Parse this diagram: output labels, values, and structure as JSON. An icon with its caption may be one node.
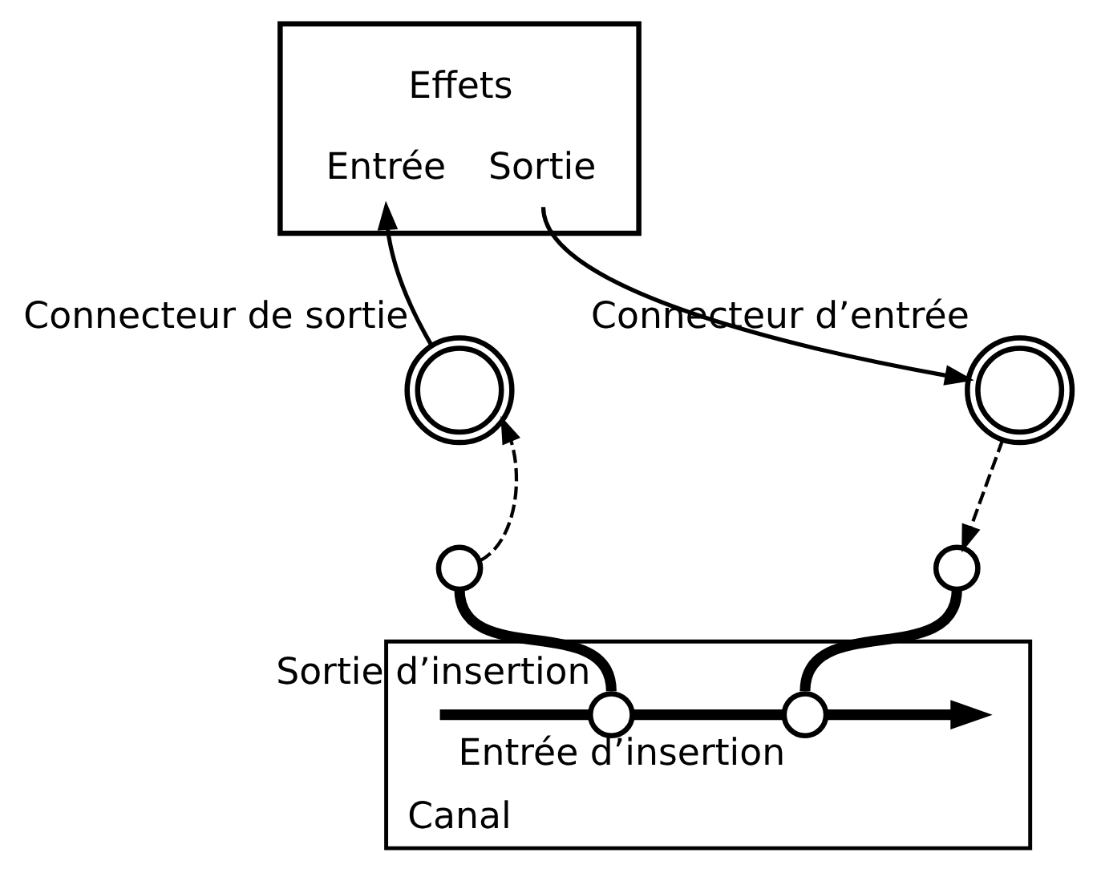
{
  "diagram": {
    "nodes": [
      {
        "text": [
          "Effets",
          "Entrée",
          "Sortie"
        ]
      },
      {
        "text": [],
        "shape": "circle",
        "beside": [
          "Connecteur de sortie"
        ]
      },
      {
        "text": [],
        "shape": "circle",
        "beside": [
          "Connecteur d’entrée"
        ]
      },
      {
        "text": [],
        "shape": "circle"
      },
      {
        "text": [],
        "shape": "circle"
      },
      {
        "text": [
          "Canal"
        ]
      },
      {
        "text": [],
        "shape": "circle",
        "in": 5,
        "beside": [
          "Sortie d’insertion"
        ]
      },
      {
        "text": [],
        "shape": "circle",
        "in": 5,
        "beside": [
          "Entrée d’insertion"
        ]
      }
    ],
    "edges": [
      {
        "from": null,
        "to": 6,
        "arrow": "none"
      },
      {
        "from": 6,
        "to": 7,
        "arrow": "none"
      },
      {
        "from": 7,
        "to": null,
        "arrow": "to"
      },
      {
        "from": 6,
        "to": 3,
        "arrow": "none"
      },
      {
        "from": 7,
        "to": 4,
        "arrow": "none"
      },
      {
        "from": 3,
        "to": 1,
        "arrow": "to",
        "style": "dashed"
      },
      {
        "from": 2,
        "to": 4,
        "arrow": "to",
        "style": "dashed"
      },
      {
        "from": 1,
        "to": 0,
        "arrow": "to"
      },
      {
        "from": 0,
        "to": 2,
        "arrow": "to"
      }
    ]
  }
}
